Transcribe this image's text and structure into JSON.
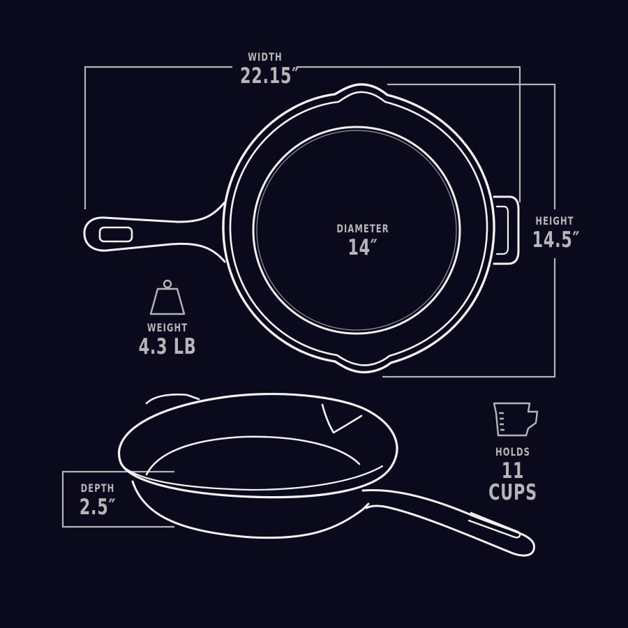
{
  "colors": {
    "background": "#0b0a1c",
    "outline": "#f2f2f2",
    "dimension_line": "#b5b3b3",
    "text": "#b7b5b5"
  },
  "specs": {
    "width": {
      "label": "WIDTH",
      "value": "22.15″"
    },
    "height": {
      "label": "HEIGHT",
      "value": "14.5″"
    },
    "diameter": {
      "label": "DIAMETER",
      "value": "14″"
    },
    "weight": {
      "label": "WEIGHT",
      "value": "4.3 LB",
      "icon": "weight-icon"
    },
    "capacity": {
      "label": "HOLDS",
      "value": "11 CUPS",
      "icon": "measuring-cup-icon"
    },
    "depth": {
      "label": "DEPTH",
      "value": "2.5″"
    }
  }
}
